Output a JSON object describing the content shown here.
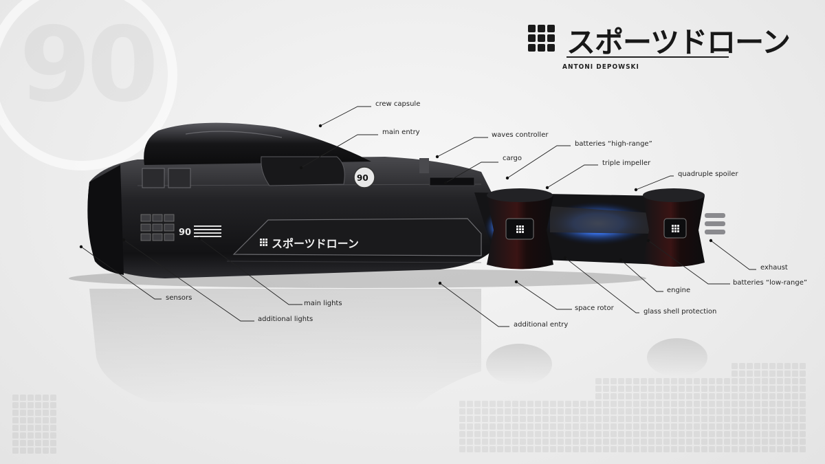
{
  "background": {
    "watermark_number": "90"
  },
  "title": {
    "japanese": "スポーツドローン",
    "author": "ANTONI DEPOWSKI"
  },
  "vehicle": {
    "hull_number": "90",
    "side_text": "スポーツドローン",
    "cockpit_badge": "90"
  },
  "callouts": {
    "crew_capsule": "crew capsule",
    "main_entry": "main entry",
    "waves_controller": "waves controller",
    "batteries_high": "batteries “high-range”",
    "cargo": "cargo",
    "triple_impeller": "triple impeller",
    "quadruple_spoiler": "quadruple spoiler",
    "exhaust": "exhaust",
    "batteries_low": "batteries “low-range”",
    "engine": "engine",
    "glass_shell": "glass shell protection",
    "space_rotor": "space rotor",
    "additional_entry": "additional entry",
    "main_lights": "main lights",
    "sensors": "sensors",
    "additional_lights": "additional lights"
  },
  "colors": {
    "accent_blue": "#3b7bff",
    "hull": "#1c1c1e",
    "rotor_red": "#3a1414"
  }
}
